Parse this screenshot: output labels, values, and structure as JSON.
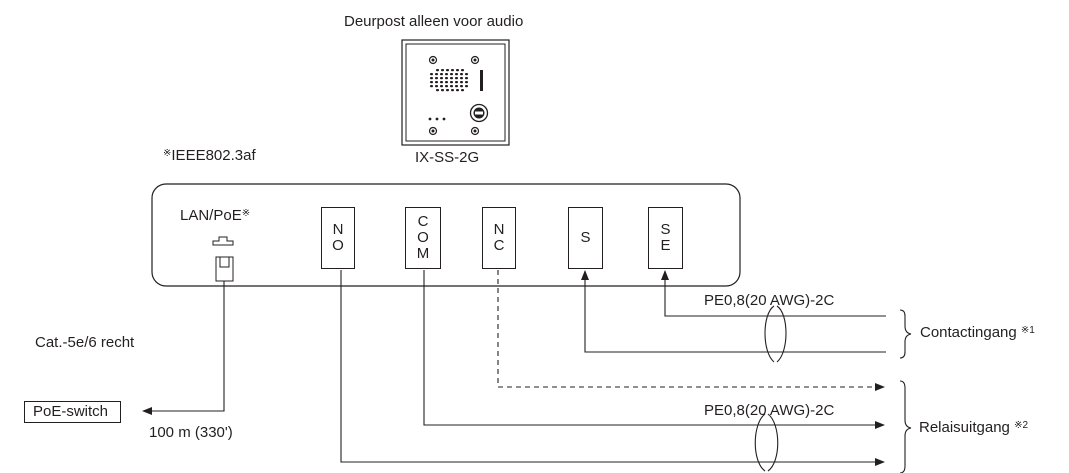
{
  "device": {
    "title": "Deurpost alleen voor audio",
    "model": "IX-SS-2G"
  },
  "standard_note": {
    "mark": "※",
    "text": "IEEE802.3af"
  },
  "lan": {
    "label": "LAN/PoE",
    "mark": "※"
  },
  "terminals": [
    {
      "id": "NO",
      "chars": [
        "N",
        "O"
      ]
    },
    {
      "id": "COM",
      "chars": [
        "C",
        "O",
        "M"
      ]
    },
    {
      "id": "NC",
      "chars": [
        "N",
        "C"
      ]
    },
    {
      "id": "S",
      "chars": [
        "S"
      ]
    },
    {
      "id": "SE",
      "chars": [
        "S",
        "E"
      ]
    }
  ],
  "cable": {
    "type": "Cat.-5e/6 recht",
    "distance": "100 m (330')"
  },
  "switch": {
    "label": "PoE-switch"
  },
  "contact_input": {
    "wire": "PE0,8(20 AWG)-2C",
    "label": "Contactingang",
    "note": "※1"
  },
  "relay_output": {
    "wire": "PE0,8(20 AWG)-2C",
    "label": "Relaisuitgang",
    "note": "※2"
  }
}
